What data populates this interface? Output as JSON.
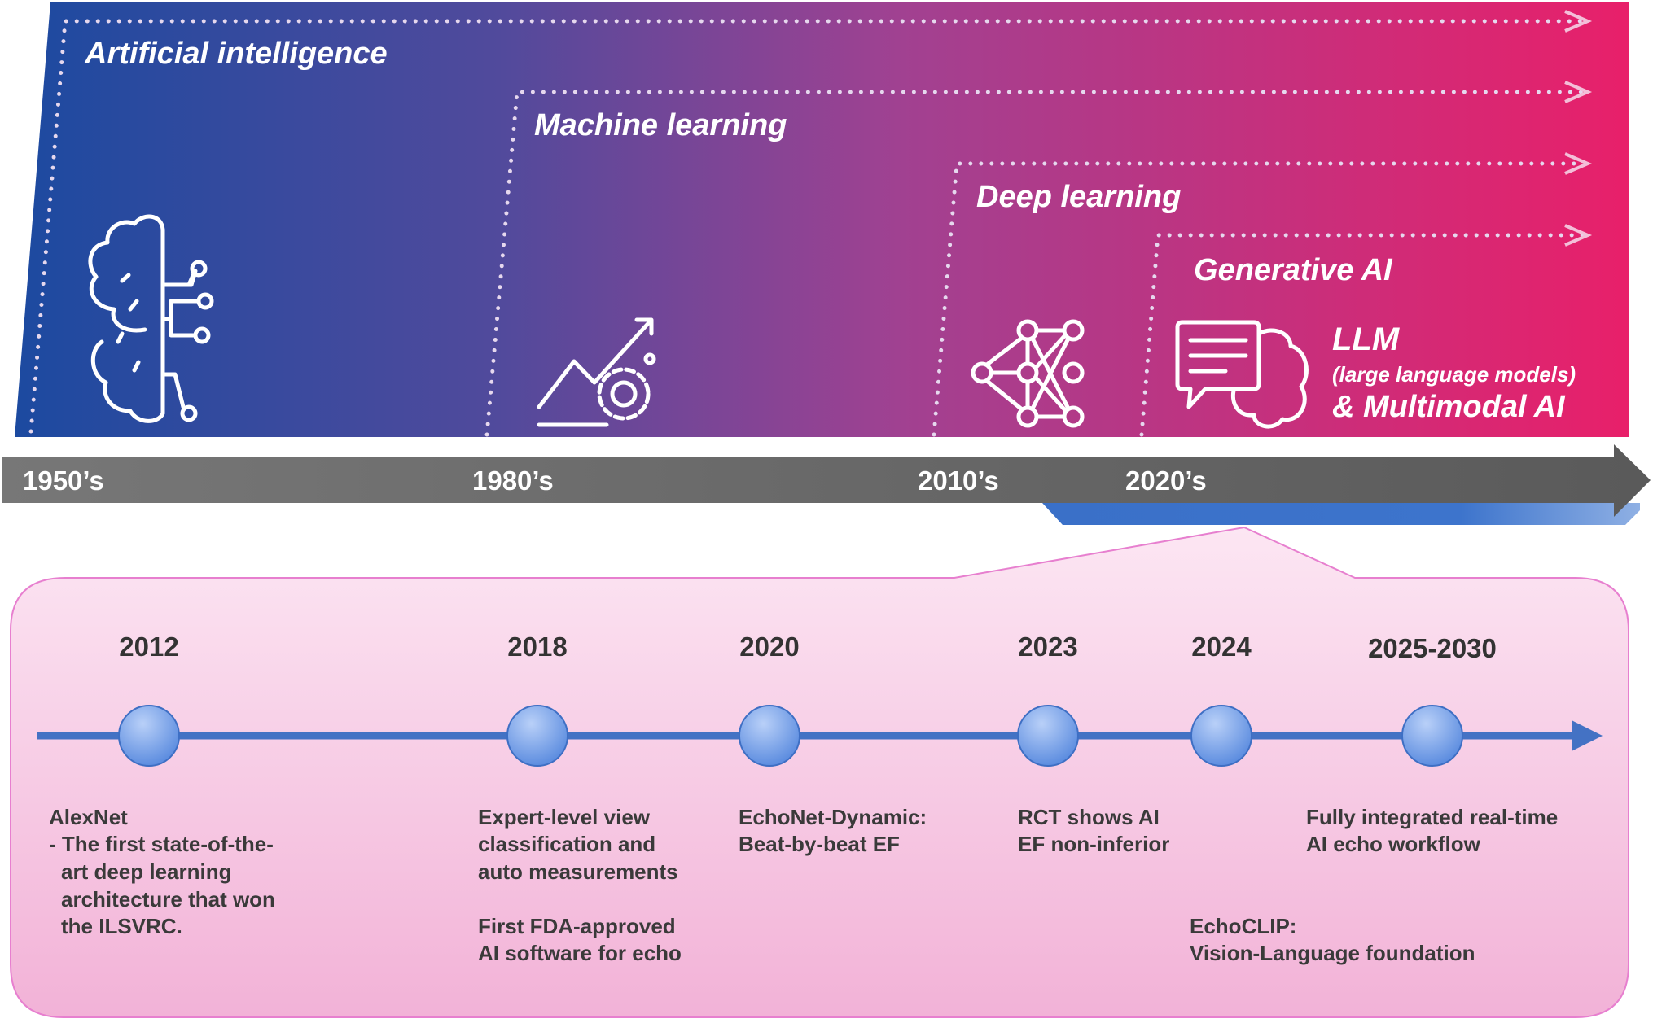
{
  "eras": {
    "ai": "Artificial intelligence",
    "ml": "Machine learning",
    "dl": "Deep learning",
    "genai": "Generative AI",
    "llm": "LLM",
    "llm_sub": "(large language models)",
    "multimodal": "& Multimodal AI"
  },
  "decades": [
    "1950’s",
    "1980’s",
    "2010’s",
    "2020’s"
  ],
  "milestones": [
    {
      "year": "2012",
      "lines": [
        "AlexNet",
        "- The first state-of-the-",
        "art deep learning",
        "architecture that won",
        "the ILSVRC."
      ]
    },
    {
      "year": "2018",
      "lines": [
        "Expert-level view",
        "classification and",
        "auto measurements"
      ],
      "extra": [
        "First FDA-approved",
        "AI software for echo"
      ]
    },
    {
      "year": "2020",
      "lines": [
        "EchoNet-Dynamic:",
        "Beat-by-beat EF"
      ]
    },
    {
      "year": "2023",
      "lines": [
        "RCT shows AI",
        "EF non-inferior"
      ]
    },
    {
      "year": "2024",
      "lines": [],
      "extra": [
        "EchoCLIP:",
        "Vision-Language foundation"
      ]
    },
    {
      "year": "2025-2030",
      "lines": [
        "Fully integrated real-time",
        "AI echo workflow"
      ]
    }
  ],
  "colors": {
    "grad_start": "#1c4aa0",
    "grad_mid": "#8a4597",
    "grad_end": "#e8206a",
    "timeline": "#4472c4"
  }
}
